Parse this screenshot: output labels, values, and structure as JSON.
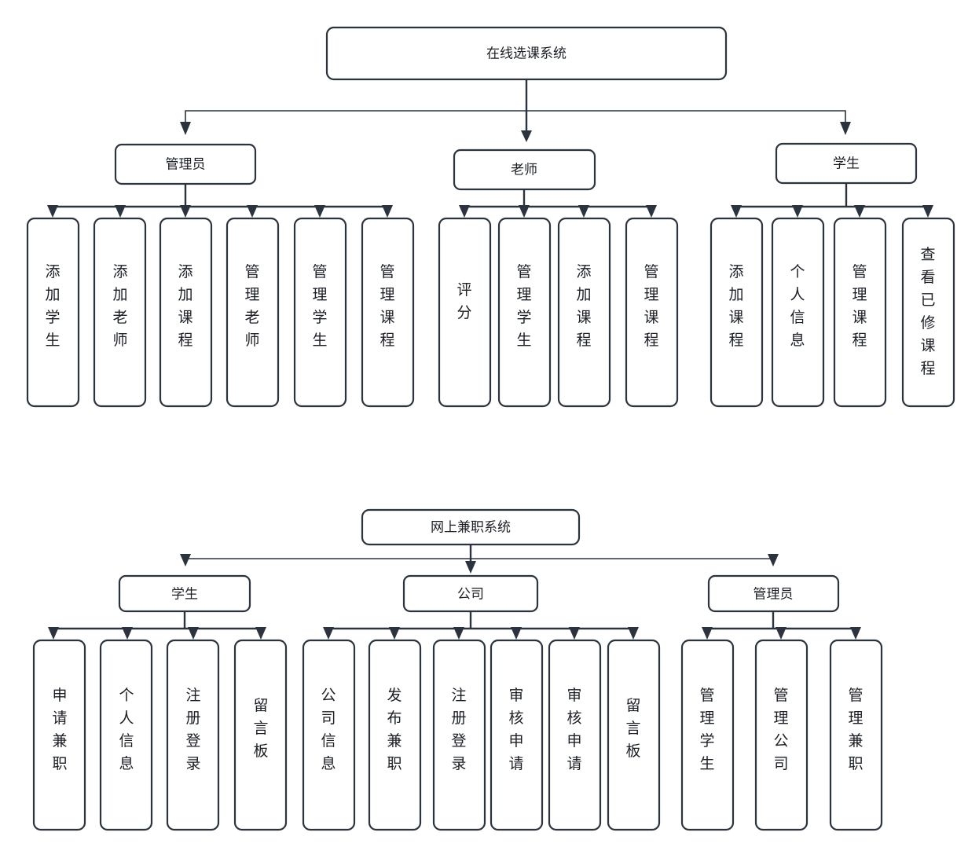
{
  "page": {
    "background_color": "#ffffff",
    "stroke_color": "#2b333f",
    "text_color": "#1b1f26"
  },
  "diagrams": [
    {
      "id": "course-selection-system",
      "root": {
        "label": "在线选课系统"
      },
      "branches": [
        {
          "label": "管理员",
          "children": [
            {
              "label": "添加学生"
            },
            {
              "label": "添加老师"
            },
            {
              "label": "添加课程"
            },
            {
              "label": "管理老师"
            },
            {
              "label": "管理学生"
            },
            {
              "label": "管理课程"
            }
          ]
        },
        {
          "label": "老师",
          "children": [
            {
              "label": "评分"
            },
            {
              "label": "管理学生"
            },
            {
              "label": "添加课程"
            },
            {
              "label": "管理课程"
            }
          ]
        },
        {
          "label": "学生",
          "children": [
            {
              "label": "添加课程"
            },
            {
              "label": "个人信息"
            },
            {
              "label": "管理课程"
            },
            {
              "label": "查看已修课程"
            }
          ]
        }
      ]
    },
    {
      "id": "online-parttime-system",
      "root": {
        "label": "网上兼职系统"
      },
      "branches": [
        {
          "label": "学生",
          "children": [
            {
              "label": "申请兼职"
            },
            {
              "label": "个人信息"
            },
            {
              "label": "注册登录"
            },
            {
              "label": "留言板"
            }
          ]
        },
        {
          "label": "公司",
          "children": [
            {
              "label": "公司信息"
            },
            {
              "label": "发布兼职"
            },
            {
              "label": "注册登录"
            },
            {
              "label": "审核申请"
            },
            {
              "label": "审核申请"
            },
            {
              "label": "留言板"
            }
          ]
        },
        {
          "label": "管理员",
          "children": [
            {
              "label": "管理学生"
            },
            {
              "label": "管理公司"
            },
            {
              "label": "管理兼职"
            }
          ]
        }
      ]
    }
  ]
}
